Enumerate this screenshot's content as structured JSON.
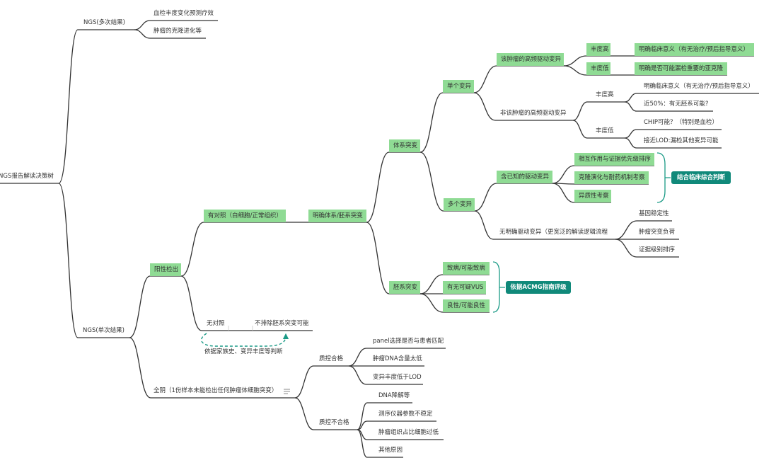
{
  "title": "NGS报告解读决策树",
  "multi_results": {
    "label": "NGS(多次结果)",
    "children": [
      "血检丰度变化预测疗效",
      "肿瘤的克隆进化等"
    ]
  },
  "single_result": {
    "label": "NGS(单次结果)",
    "positive": {
      "label": "阳性检出",
      "with_control": {
        "label": "有对照（白细胞/正常组织）",
        "determine": {
          "label": "明确体系/胚系突变",
          "somatic": {
            "label": "体系突变",
            "single_variant": {
              "label": "单个变异",
              "tumor_driver": {
                "label": "该肿瘤的高频驱动变异",
                "high": {
                  "label": "丰度高",
                  "child": "明确临床意义（有无治疗/预后指导意义）"
                },
                "low": {
                  "label": "丰度低",
                  "child": "明确是否可能漏检重要的亚克隆"
                }
              },
              "non_tumor_driver": {
                "label": "非该肿瘤的高频驱动变异",
                "high": {
                  "label": "丰度高",
                  "children": [
                    "明确临床意义（有无治疗/预后指导意义）",
                    "近50%：有无胚系可能?"
                  ]
                },
                "low": {
                  "label": "丰度低",
                  "children": [
                    "CHIP可能？（特别是血检）",
                    "接近LOD:漏检其他变异可能"
                  ]
                }
              }
            },
            "multiple_variants": {
              "label": "多个变异",
              "known_driver": {
                "label": "含已知的驱动变异",
                "children": [
                  "相互作用与证据优先级排序",
                  "克隆演化与耐药机制考察",
                  "异质性考察"
                ],
                "summary": "结合临床综合判断"
              },
              "no_clear_driver": {
                "label": "无明确驱动变异（更宽泛的解读逻辑流程",
                "children": [
                  "基因稳定性",
                  "肿瘤突变负荷",
                  "证据级别排序"
                ]
              }
            }
          },
          "germline": {
            "label": "胚系突变",
            "children": [
              "致病/可能致病",
              "有无可疑VUS",
              "良性/可能良性"
            ],
            "summary": "依据ACMG指南评级"
          }
        }
      },
      "without_control": {
        "label": "无对照",
        "child": "不排除胚系突变可能",
        "relation_label": "依据家族史、变异丰度等判断"
      }
    },
    "all_negative": {
      "label": "全阴（1份样本未能检出任何肿瘤体细胞突变）",
      "note_icon": "notes-icon",
      "qc_pass": {
        "label": "质控合格",
        "children": [
          "panel选择是否与患者匹配",
          "肿瘤DNA含量太低",
          "变异丰度低于LOD"
        ]
      },
      "qc_fail": {
        "label": "质控不合格",
        "children": [
          "DNA降解等",
          "测序仪器参数不稳定",
          "肿瘤组织占比细胞过低",
          "其他原因"
        ]
      }
    }
  },
  "colors": {
    "topic_highlight": "#8fdb94",
    "summary": "#10897a",
    "line": "#333333",
    "relation": "#1a9a86"
  }
}
